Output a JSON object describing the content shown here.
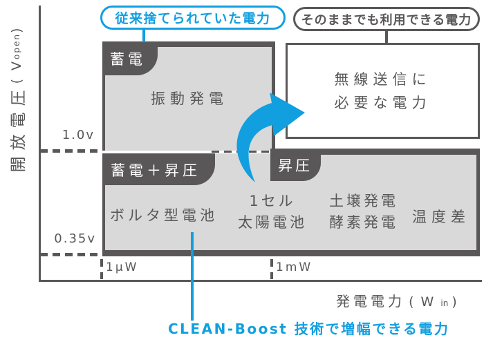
{
  "palette": {
    "dark": "#595757",
    "box_fill": "#d9d9d9",
    "cyan": "#119fe0",
    "background": "#ffffff"
  },
  "callouts": {
    "discarded": "従来捨てられていた電力",
    "usable": "そのままでも利用できる電力",
    "boost_note": "CLEAN-Boost 技術で増幅できる電力"
  },
  "axes": {
    "y": {
      "label": "開放電圧",
      "unit_pre": "( V ",
      "unit_sub": "open",
      "unit_post": " )",
      "tick_high": "1.0v",
      "tick_low": "0.35v"
    },
    "x": {
      "label": "発電電力",
      "unit_pre": "( W ",
      "unit_sub": "in",
      "unit_post": " )",
      "tick_low": "1μW",
      "tick_high": "1mW"
    }
  },
  "regions": {
    "storage": {
      "badge": "蓄電",
      "label": "振動発電"
    },
    "storage_boost": {
      "badge": "蓄電＋昇圧",
      "label": "ボルタ型電池"
    },
    "boost": {
      "badge": "昇圧",
      "solar_line1": "1セル",
      "solar_line2": "太陽電池",
      "soil": "土壌発電",
      "enzyme": "酵素発電",
      "temp": "温度差"
    },
    "wireless": {
      "line1": "無線送信に",
      "line2": "必要な電力"
    }
  }
}
